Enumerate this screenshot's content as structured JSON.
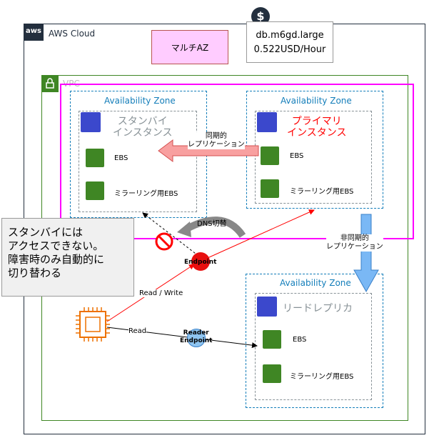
{
  "cloud": {
    "label": "AWS Cloud",
    "logo": "aws"
  },
  "vpc": {
    "label": "VPC"
  },
  "multi_az": {
    "label": "マルチAZ"
  },
  "pricing": {
    "instance_type": "db.m6gd.large",
    "price": "0.522USD/Hour",
    "icon": "dollar-icon"
  },
  "zones": [
    {
      "label": "Availability Zone",
      "instance_label": "スタンバイ\nインスタンス",
      "ebs": "EBS",
      "mirror": "ミラーリング用EBS"
    },
    {
      "label": "Availability Zone",
      "instance_label": "プライマリ\nインスタンス",
      "ebs": "EBS",
      "mirror": "ミラーリング用EBS"
    },
    {
      "label": "Availability Zone",
      "instance_label": "リードレプリカ",
      "ebs": "EBS",
      "mirror": "ミラーリング用EBS"
    }
  ],
  "arrows": {
    "sync": "同期的\nレプリケーション",
    "async": "非同期的\nレプリケーション",
    "dns": "DNS切替",
    "read_write": "Read / Write",
    "read": "Read"
  },
  "endpoints": {
    "writer": "Endpoint",
    "reader": "Reader\nEndpoint"
  },
  "note": "スタンバイには\nアクセスできない。\n障害時のみ自動的に\n切り替わる",
  "colors": {
    "primary_text": "#ff0000",
    "multi_az_border": "#ff00ff",
    "az_border": "#147eba",
    "vpc_border": "#3f8624"
  }
}
